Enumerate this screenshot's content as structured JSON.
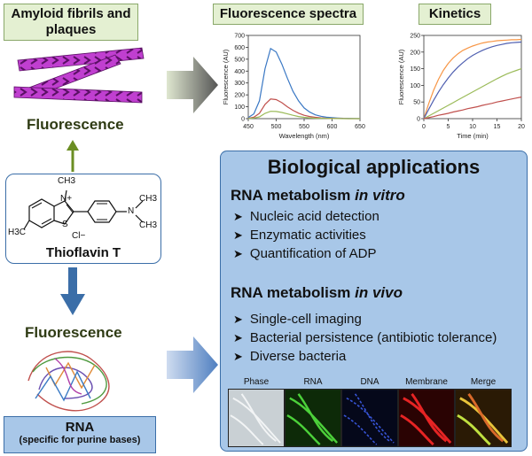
{
  "boxes": {
    "amyloid": "Amyloid fibrils and plaques",
    "spectra": "Fluorescence spectra",
    "kinetics": "Kinetics"
  },
  "fluorescence_top": "Fluorescence",
  "fluorescence_bottom": "Fluorescence",
  "thioflavin": {
    "name": "Thioflavin T",
    "labels": {
      "ch3_top": "CH3",
      "n_plus": "N+",
      "s": "S",
      "h3c": "H3C",
      "cl": "Cl−",
      "n": "N",
      "ch3_r1": "CH3",
      "ch3_r2": "CH3"
    }
  },
  "rna": {
    "title": "RNA",
    "subtitle": "(specific for purine bases)"
  },
  "bio": {
    "title": "Biological applications",
    "vitro_head": "RNA metabolism",
    "vitro_em": "in vitro",
    "vitro_items": [
      "Nucleic acid detection",
      "Enzymatic activities",
      "Quantification of ADP"
    ],
    "vivo_head": "RNA metabolism",
    "vivo_em": "in vivo",
    "vivo_items": [
      "Single-cell imaging",
      "Bacterial persistence (antibiotic tolerance)",
      "Diverse bacteria"
    ],
    "micro_labels": [
      "Phase",
      "RNA",
      "DNA",
      "Membrane",
      "Merge"
    ]
  },
  "colors": {
    "green_box": "#e4f0d2",
    "bio_bg": "#a8c7e8",
    "arrow_blue": "#3b6ea8",
    "arrow_green": "#6b8e23",
    "fibril": "#c03fd0"
  },
  "chart_data": [
    {
      "type": "line",
      "x": [
        450,
        460,
        470,
        480,
        490,
        500,
        510,
        520,
        530,
        540,
        550,
        560,
        570,
        580,
        590,
        600,
        610,
        620,
        630,
        640,
        650
      ],
      "series": [
        {
          "color": "#3a78c4",
          "values": [
            10,
            40,
            150,
            420,
            590,
            560,
            460,
            340,
            230,
            150,
            90,
            55,
            32,
            20,
            12,
            8,
            5,
            3,
            2,
            1,
            0
          ]
        },
        {
          "color": "#c0504d",
          "values": [
            3,
            12,
            45,
            120,
            165,
            160,
            135,
            100,
            70,
            46,
            28,
            18,
            11,
            7,
            4,
            3,
            2,
            1,
            0,
            0,
            0
          ]
        },
        {
          "color": "#9bbb59",
          "values": [
            1,
            5,
            15,
            45,
            62,
            60,
            52,
            40,
            28,
            18,
            11,
            7,
            4,
            3,
            2,
            1,
            1,
            0,
            0,
            0,
            0
          ]
        }
      ],
      "xlabel": "Wavelength (nm)",
      "ylabel": "Fluorescence (AU)",
      "xlim": [
        450,
        650
      ],
      "ylim": [
        0,
        700
      ],
      "xticks": [
        450,
        500,
        550,
        600,
        650
      ],
      "yticks": [
        0,
        100,
        200,
        300,
        400,
        500,
        600,
        700
      ]
    },
    {
      "type": "line",
      "x": [
        0,
        1,
        2,
        3,
        4,
        5,
        6,
        7,
        8,
        9,
        10,
        11,
        12,
        13,
        14,
        15,
        16,
        17,
        18,
        19,
        20
      ],
      "series": [
        {
          "color": "#f79646",
          "values": [
            0,
            45,
            85,
            118,
            145,
            166,
            182,
            195,
            205,
            212,
            218,
            223,
            227,
            230,
            232,
            234,
            235,
            236,
            237,
            237,
            238
          ]
        },
        {
          "color": "#4f5fb0",
          "values": [
            0,
            28,
            55,
            80,
            102,
            122,
            140,
            155,
            168,
            180,
            190,
            198,
            205,
            211,
            216,
            220,
            223,
            226,
            228,
            229,
            230
          ]
        },
        {
          "color": "#9bbb59",
          "values": [
            0,
            8,
            16,
            24,
            32,
            40,
            48,
            56,
            64,
            72,
            80,
            88,
            96,
            104,
            112,
            120,
            127,
            134,
            140,
            145,
            150
          ]
        },
        {
          "color": "#c0504d",
          "values": [
            0,
            3,
            6,
            10,
            13,
            16,
            20,
            23,
            26,
            30,
            33,
            36,
            40,
            43,
            46,
            50,
            53,
            56,
            59,
            62,
            65
          ]
        }
      ],
      "xlabel": "Time (min)",
      "ylabel": "Fluorescence (AU)",
      "xlim": [
        0,
        20
      ],
      "ylim": [
        0,
        250
      ],
      "xticks": [
        0,
        5,
        10,
        15,
        20
      ],
      "yticks": [
        0,
        50,
        100,
        150,
        200,
        250
      ]
    }
  ]
}
